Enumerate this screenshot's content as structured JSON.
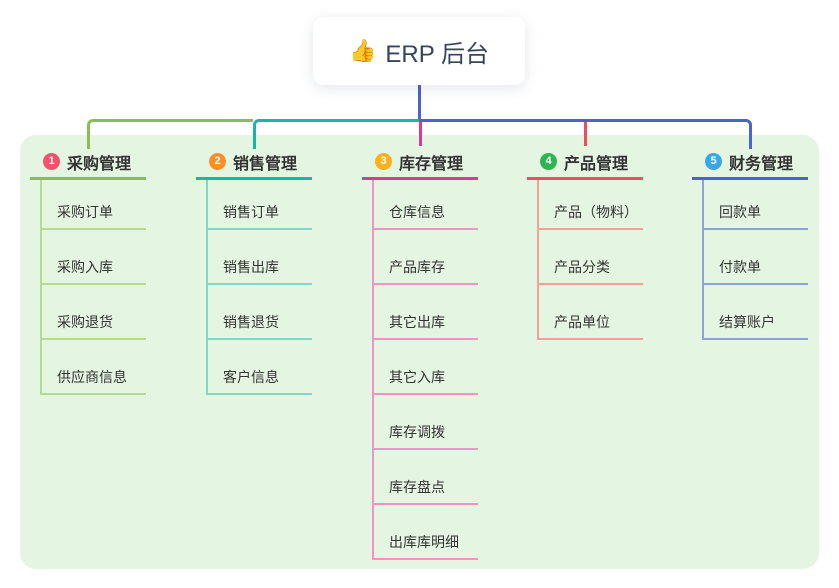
{
  "root": {
    "label": "ERP 后台",
    "icon": "thumbs-up-icon",
    "icon_glyph": "👍"
  },
  "colors": {
    "panel_background": "#e4f6e1",
    "root_stem": "#4a62d4",
    "root_text": "#36465a",
    "node_text": "#333333"
  },
  "branches": [
    {
      "index": "1",
      "title": "采购管理",
      "badge_color": "#f4516c",
      "line_color": "#88bf4e",
      "sub_line_color": "#b6db90",
      "items": [
        "采购订单",
        "采购入库",
        "采购退货",
        "供应商信息"
      ]
    },
    {
      "index": "2",
      "title": "销售管理",
      "badge_color": "#ff8d2a",
      "line_color": "#15b7a7",
      "sub_line_color": "#7fd7cb",
      "items": [
        "销售订单",
        "销售出库",
        "销售退货",
        "客户信息"
      ]
    },
    {
      "index": "3",
      "title": "库存管理",
      "badge_color": "#fcb11c",
      "line_color": "#d63a9e",
      "sub_line_color": "#f193c7",
      "items": [
        "仓库信息",
        "产品库存",
        "其它出库",
        "其它入库",
        "库存调拨",
        "库存盘点",
        "出库库明细"
      ]
    },
    {
      "index": "4",
      "title": "产品管理",
      "badge_color": "#2eb553",
      "line_color": "#f14c5d",
      "sub_line_color": "#f7a09b",
      "items": [
        "产品（物料）",
        "产品分类",
        "产品单位"
      ]
    },
    {
      "index": "5",
      "title": "财务管理",
      "badge_color": "#38a9e4",
      "line_color": "#4a62d4",
      "sub_line_color": "#8da2d8",
      "items": [
        "回款单",
        "付款单",
        "结算账户"
      ]
    }
  ]
}
